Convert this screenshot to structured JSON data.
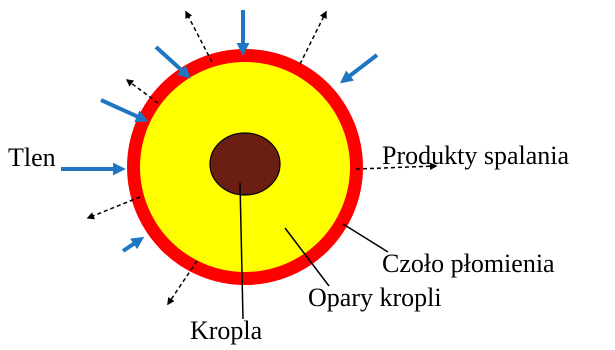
{
  "labels": {
    "oxygen": "Tlen",
    "products": "Produkty spalania",
    "flame_front": "Czoło płomienia",
    "droplet_vapor": "Opary kropli",
    "droplet": "Kropla"
  },
  "colors": {
    "flame_front": "#ff0000",
    "vapor_zone": "#ffff00",
    "droplet": "#6b1e14",
    "oxygen_arrows": "#1f77c4",
    "product_arrows": "#000000",
    "leader_lines": "#000000"
  }
}
